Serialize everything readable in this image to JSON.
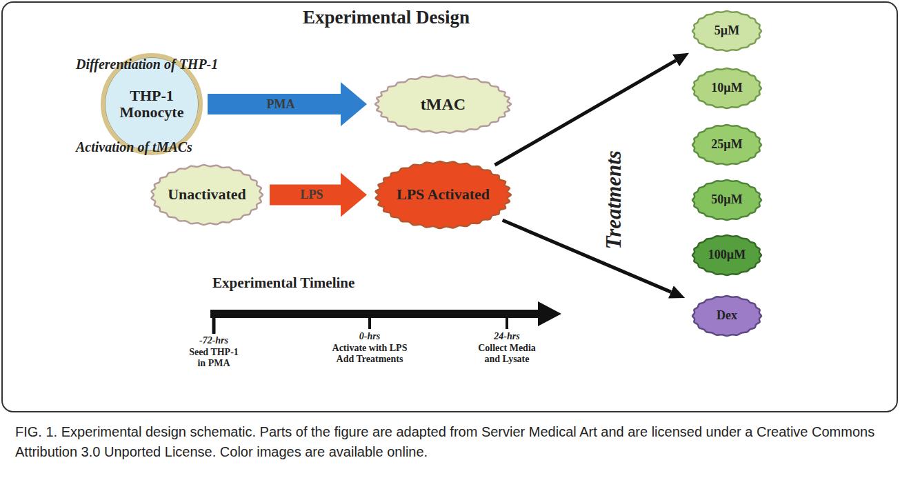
{
  "diagram": {
    "title": "Experimental Design",
    "caption": "FIG. 1. Experimental design schematic. Parts of the figure are adapted from Servier Medical Art and are licensed under a Creative Commons Attribution 3.0 Unported License. Color images are available online.",
    "nodes": [
      {
        "text": [
          "THP-1 Monocyte"
        ]
      },
      {
        "text": [
          "tMAC"
        ]
      },
      {
        "text": [
          "Unactivated"
        ]
      },
      {
        "text": [
          "LPS Activated"
        ]
      },
      {
        "text": [
          "5µM"
        ]
      },
      {
        "text": [
          "10µM"
        ]
      },
      {
        "text": [
          "25µM"
        ]
      },
      {
        "text": [
          "50µM"
        ]
      },
      {
        "text": [
          "100µM"
        ]
      },
      {
        "text": [
          "Dex"
        ]
      }
    ],
    "edges": [
      {
        "from": 0,
        "to": 1,
        "label": "PMA",
        "arrow": "to"
      },
      {
        "from": 2,
        "to": 3,
        "label": "LPS",
        "arrow": "to"
      },
      {
        "from": 3,
        "to": 4,
        "arrow": "to"
      },
      {
        "from": 3,
        "to": 9,
        "arrow": "to"
      }
    ],
    "labels": [
      "Differentiation of THP-1",
      "Activation of tMACs",
      "Treatments",
      "Experimental Timeline",
      "-72-hrs",
      "Seed THP-1 in PMA",
      "0-hrs",
      "Activate with LPS Add Treatments",
      "24-hrs",
      "Collect Media and Lysate"
    ]
  }
}
